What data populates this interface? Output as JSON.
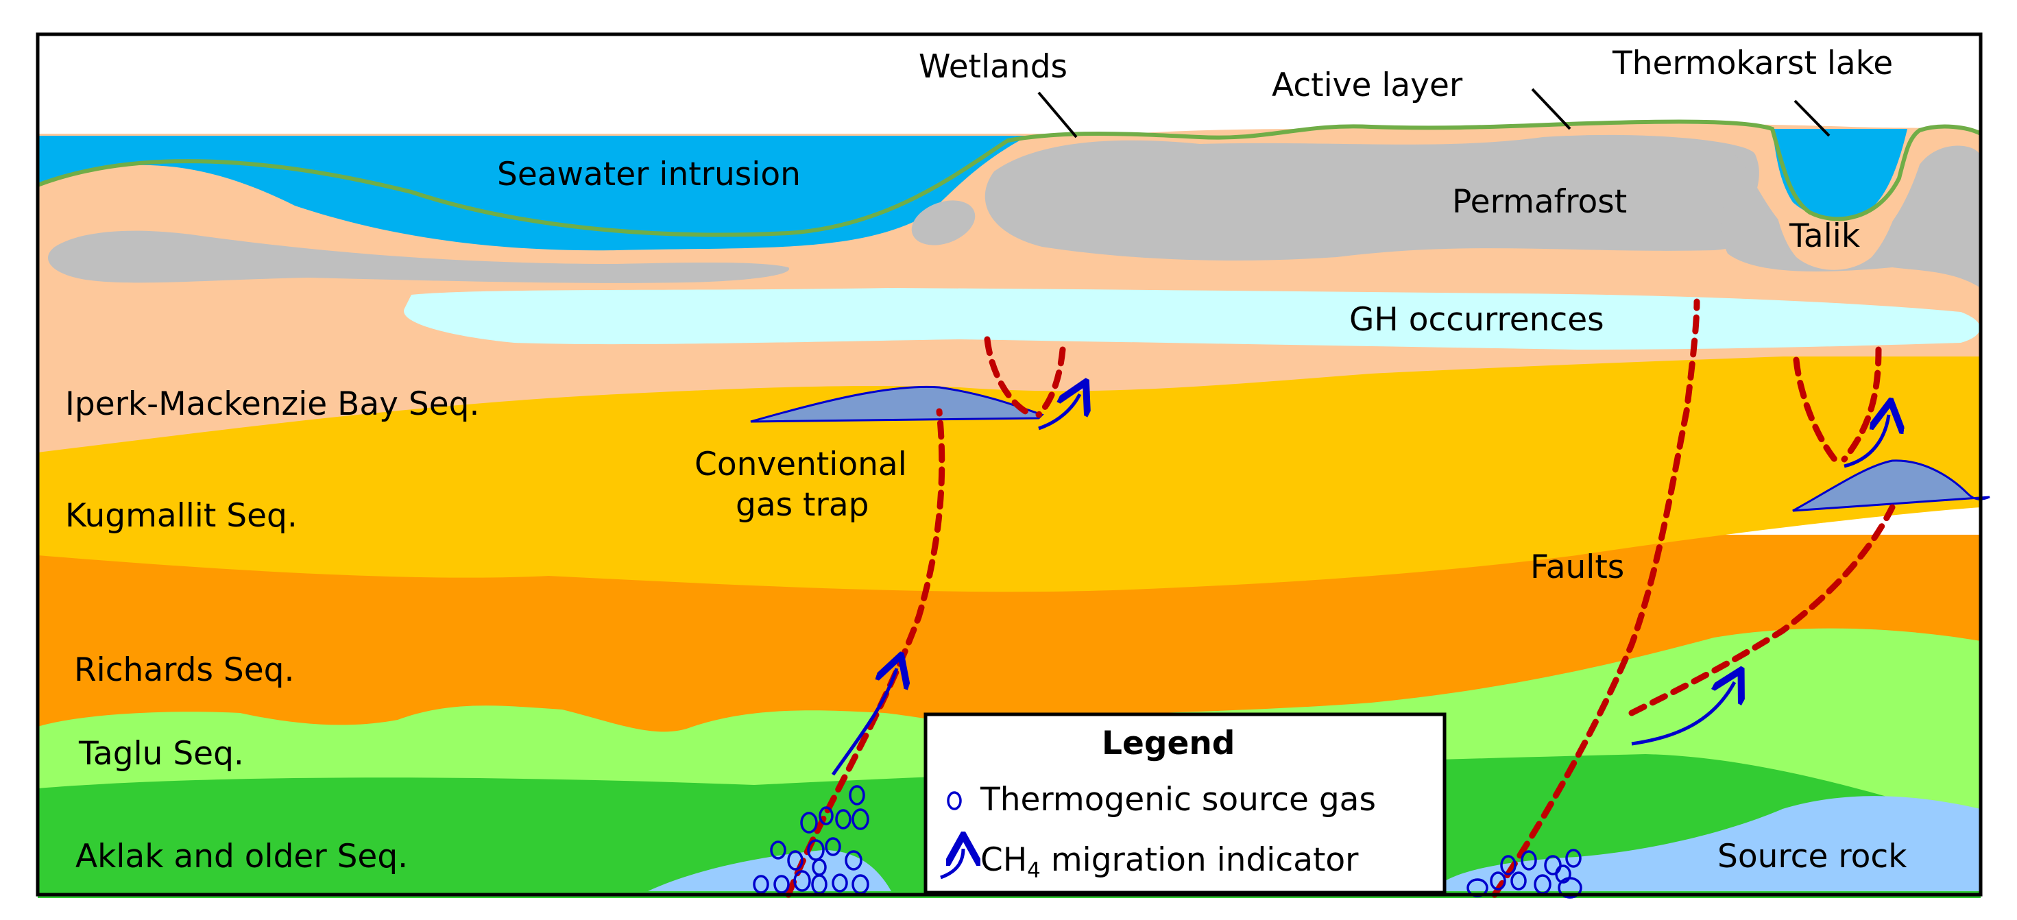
{
  "labels": {
    "wetlands": "Wetlands",
    "active_layer": "Active layer",
    "thermokarst_lake": "Thermokarst lake",
    "seawater_intrusion": "Seawater intrusion",
    "permafrost": "Permafrost",
    "talik": "Talik",
    "gh_occurrences": "GH occurrences",
    "conventional_gas_trap_line1": "Conventional",
    "conventional_gas_trap_line2": "gas trap",
    "faults": "Faults",
    "source_rock": "Source rock"
  },
  "sequences": [
    {
      "name": "Iperk-Mackenzie Bay Seq.",
      "color": "#FDC89B"
    },
    {
      "name": "Kugmallit Seq.",
      "color": "#FFC800"
    },
    {
      "name": "Richards Seq.",
      "color": "#FF9A00"
    },
    {
      "name": "Taglu Seq.",
      "color": "#99FF66"
    },
    {
      "name": "Aklak and older Seq.",
      "color": "#33CC33"
    }
  ],
  "legend": {
    "title": "Legend",
    "items": [
      {
        "symbol": "circle-icon",
        "label": "Thermogenic source gas"
      },
      {
        "symbol": "curved-arrow-icon",
        "label_main": "CH",
        "label_sub": "4",
        "label_rest": " migration indicator"
      }
    ]
  },
  "colors": {
    "seawater": "#00B0F0",
    "permafrost": "#BFBFBF",
    "gh_occurrences": "#CCFFFF",
    "source_rock": "#99CCFF",
    "gas_trap": "#7B9BD0",
    "fault": "#C00000",
    "migration_arrow": "#0000CC",
    "active_layer": "#70AD47"
  }
}
